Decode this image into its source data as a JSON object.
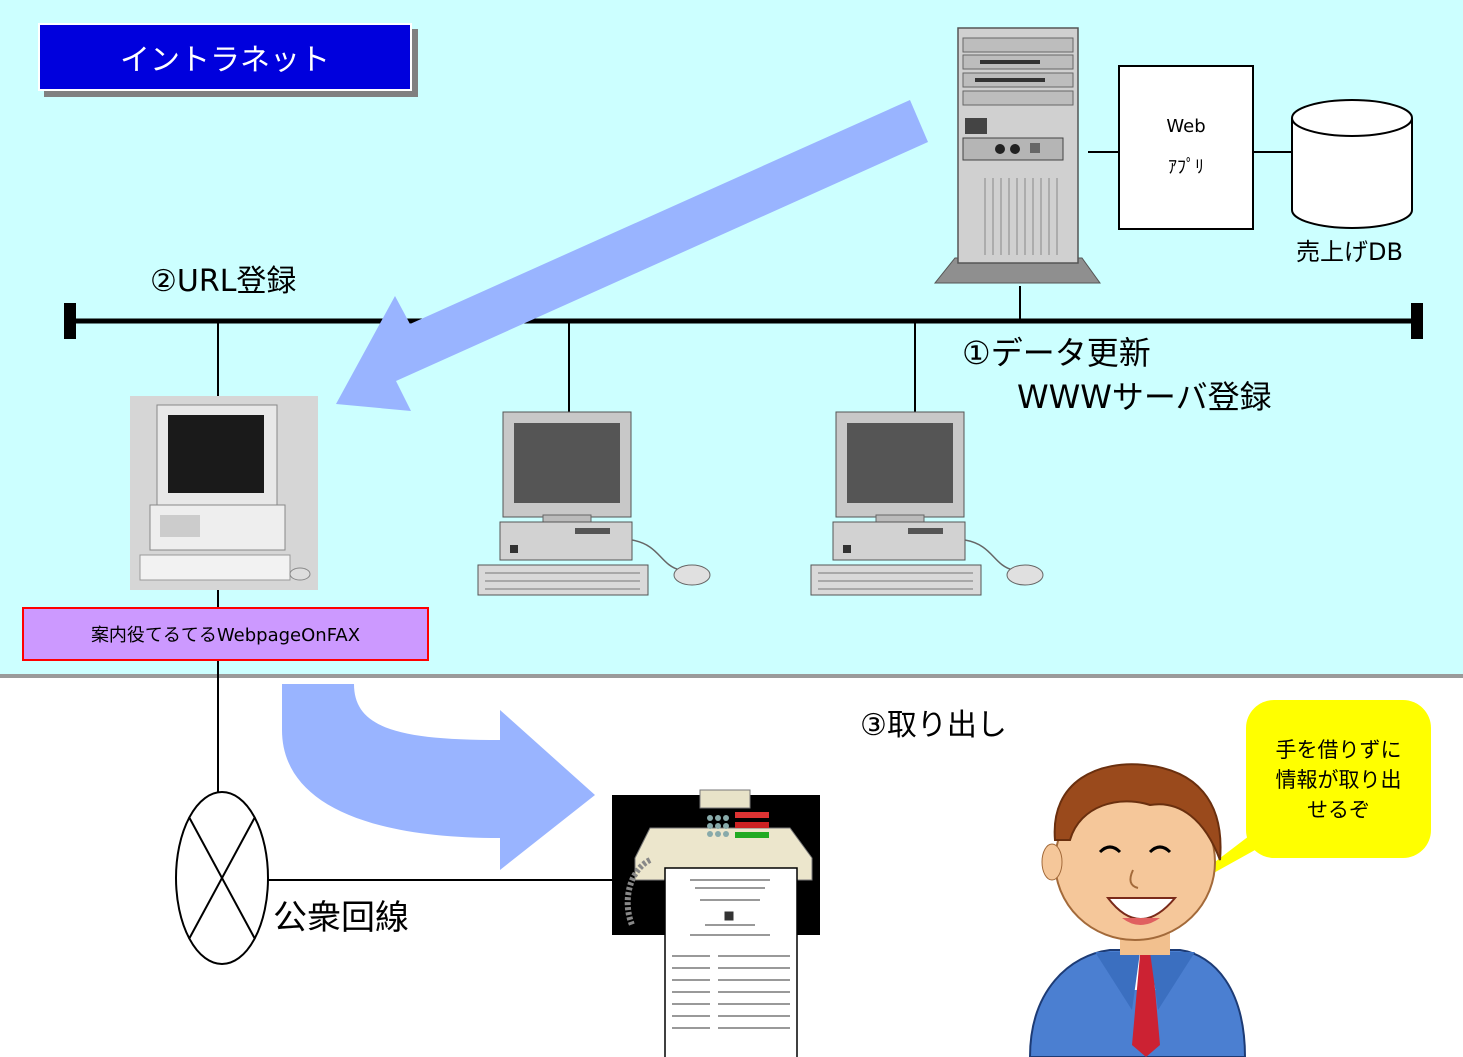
{
  "zone": {
    "title": "イントラネット"
  },
  "steps": {
    "url_register": "②URL登録",
    "data_update_line1": "①データ更新",
    "data_update_line2": "WWWサーバ登録",
    "retrieve": "③取り出し"
  },
  "nodes": {
    "web_app_line1": "Web",
    "web_app_line2": "ｱﾌﾟﾘ",
    "database": "売上げDB",
    "client_label": "案内役てるてるWebpageOnFAX",
    "public_line": "公衆回線"
  },
  "speech": {
    "text_line1": "手を借りずに",
    "text_line2": "情報が取り出",
    "text_line3": "せるぞ"
  },
  "colors": {
    "intranet_bg": "#ccffff",
    "title_bg": "#0000dd",
    "arrow": "#99b4ff",
    "client_label_bg": "#cc99ff",
    "speech_bubble": "#ffff00"
  }
}
